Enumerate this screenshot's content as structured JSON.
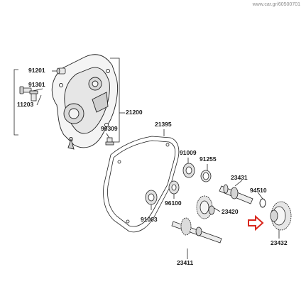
{
  "credit": "www.car.gr/60500701",
  "labels": {
    "p91201": "91201",
    "p91301": "91301",
    "p11203": "11203",
    "p21200": "21200",
    "p90309": "90309",
    "p21395": "21395",
    "p91009": "91009",
    "p91255": "91255",
    "p23431": "23431",
    "p94510": "94510",
    "p96100": "96100",
    "p23420": "23420",
    "p91003": "91003",
    "p23411": "23411",
    "p23432": "23432"
  },
  "colors": {
    "line": "#222222",
    "highlight_arrow": "#d9261c"
  },
  "icons": {
    "highlight": "right-arrow-icon"
  }
}
